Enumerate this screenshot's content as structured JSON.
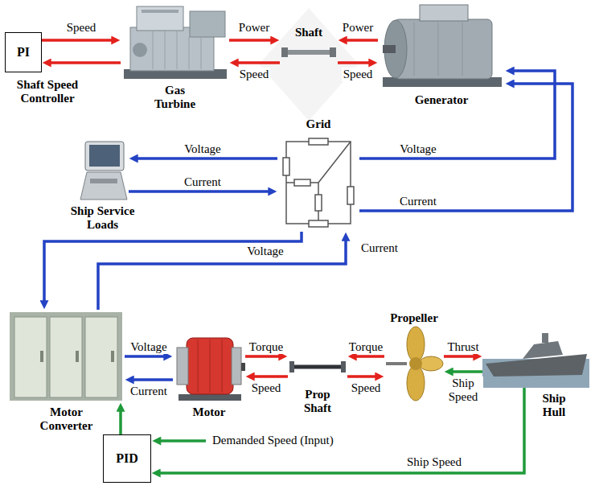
{
  "diagram": {
    "nodes": [
      {
        "text": [
          "PI",
          "Shaft Speed Controller"
        ]
      },
      {
        "text": [
          "Gas Turbine"
        ]
      },
      {
        "text": [
          "Shaft"
        ]
      },
      {
        "text": [
          "Generator"
        ]
      },
      {
        "text": [
          "Grid"
        ]
      },
      {
        "text": [
          "Ship Service Loads"
        ]
      },
      {
        "text": [
          "Motor Converter"
        ]
      },
      {
        "text": [
          "Motor"
        ]
      },
      {
        "text": [
          "Prop Shaft"
        ]
      },
      {
        "text": [
          "Propeller"
        ]
      },
      {
        "text": [
          "Ship Hull"
        ]
      },
      {
        "text": [
          "PID"
        ]
      }
    ],
    "edges": [
      {
        "from": 0,
        "to": 1,
        "label": "Speed",
        "arrow": "to"
      },
      {
        "from": 1,
        "to": 0,
        "arrow": "to"
      },
      {
        "from": 1,
        "to": 2,
        "label": "Power",
        "arrow": "to"
      },
      {
        "from": 2,
        "to": 1,
        "label": "Speed",
        "arrow": "to"
      },
      {
        "from": 3,
        "to": 2,
        "label": "Power",
        "arrow": "to"
      },
      {
        "from": 2,
        "to": 3,
        "label": "Speed",
        "arrow": "to"
      },
      {
        "from": 4,
        "to": 3,
        "label": "Voltage",
        "arrow": "to"
      },
      {
        "from": 4,
        "to": 3,
        "label": "Current",
        "arrow": "to"
      },
      {
        "from": 4,
        "to": 5,
        "label": "Voltage",
        "arrow": "to"
      },
      {
        "from": 5,
        "to": 4,
        "label": "Current",
        "arrow": "to"
      },
      {
        "from": 4,
        "to": 6,
        "label": "Voltage",
        "arrow": "to"
      },
      {
        "from": 6,
        "to": 4,
        "label": "Current",
        "arrow": "to"
      },
      {
        "from": 6,
        "to": 7,
        "label": "Voltage",
        "arrow": "to"
      },
      {
        "from": 7,
        "to": 6,
        "label": "Current",
        "arrow": "to"
      },
      {
        "from": 7,
        "to": 8,
        "label": "Torque",
        "arrow": "to"
      },
      {
        "from": 8,
        "to": 7,
        "label": "Speed",
        "arrow": "to"
      },
      {
        "from": 9,
        "to": 8,
        "label": "Torque",
        "arrow": "to"
      },
      {
        "from": 8,
        "to": 9,
        "label": "Speed",
        "arrow": "to"
      },
      {
        "from": 9,
        "to": 10,
        "label": "Thrust",
        "arrow": "to"
      },
      {
        "from": 10,
        "to": 9,
        "label": "Ship Speed",
        "arrow": "to"
      },
      {
        "from": 11,
        "to": 6,
        "arrow": "to"
      },
      {
        "from": 10,
        "to": 11,
        "label": "Ship Speed",
        "arrow": "to"
      }
    ],
    "labels": [
      "Demanded Speed (Input)"
    ]
  }
}
